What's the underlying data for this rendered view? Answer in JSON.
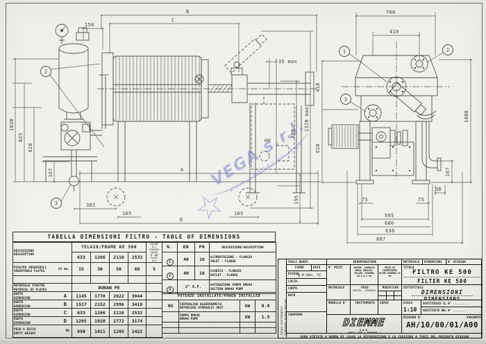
{
  "sheet": {
    "watermark": {
      "company": "VEGA s.r.l.",
      "website": "www.vegaecer.com",
      "color": "#7d86c8"
    }
  },
  "front_view": {
    "dim_b": "B",
    "dim_c": "C",
    "dim_150": "150",
    "dim_1030": "1030",
    "dim_825": "825",
    "dim_620": "620",
    "dim_167": "167",
    "dim_382": "382",
    "dim_105_left": "105",
    "dim_105_right": "105",
    "dim_a": "A",
    "dim_d": "D",
    "dim_195": "195",
    "dim_35_max": "35  max",
    "dim_890": "890",
    "dim_1520_max": "1520  max",
    "label_hu": "HU",
    "callout_2": "2",
    "callout_3": "3"
  },
  "side_view": {
    "dim_700": "700",
    "dim_410_top": "410",
    "dim_410_left": "410",
    "dim_620_left": "620",
    "dim_1080": "1080",
    "dim_167": "167",
    "dim_36": "36",
    "dim_75_left": "75",
    "dim_75_right": "75",
    "dim_595": "595",
    "dim_600": "600",
    "dim_630": "630",
    "dim_887": "887",
    "callout_1": "1",
    "callout_2a": "2",
    "callout_2b": "2"
  },
  "dim_table": {
    "title": "TABELLA DIMENSIONI FILTRO - TABLE OF DIMENSIONS",
    "desc_it": "DESCRIZIONE",
    "desc_en": "DESCRIPTION",
    "frame_header": "TELAIO/FRAME KE  500",
    "frame_sizes": [
      "633",
      "1266",
      "2110",
      "2532"
    ],
    "note_lines": [
      "VALORE",
      "N.1 PIASTRA",
      "VALUE",
      "IF ONE PLATE",
      "d=3"
    ],
    "plates_it": "PIASTRE INSERIBILI",
    "plates_en": "INSERTABLE PLATES",
    "plates_unit": "25 mm.",
    "plates_values": [
      "15",
      "30",
      "50",
      "60"
    ],
    "plates_extra": "5",
    "material_it": "MATERIALE PIASTRE",
    "material_en": "MATERIAL OF PLATES",
    "material_value": "DURAN  PE",
    "quota_it": "QUOTA",
    "quota_en": "DIMENSION",
    "rows": [
      {
        "key": "A",
        "values": [
          "1145",
          "1778",
          "2622",
          "3044"
        ]
      },
      {
        "key": "B",
        "values": [
          "1517",
          "2152",
          "2996",
          "3418"
        ]
      },
      {
        "key": "C",
        "values": [
          "633",
          "1266",
          "2110",
          "2532"
        ]
      },
      {
        "key": "D",
        "values": [
          "1295",
          "1928",
          "2772",
          "3174"
        ]
      }
    ],
    "weight_it": "PESO A SECCO",
    "weight_en": "EMPTY WEIGHT",
    "weight_unit": "KG",
    "weight_values": [
      "850",
      "1011",
      "1285",
      "1422"
    ]
  },
  "conn_table": {
    "h_n": "N.",
    "h_dn": "DN",
    "h_pn": "PN",
    "h_desc": "DESCRIZIONE/DESCRIPTION",
    "rows": [
      {
        "n": "1",
        "dn": "40",
        "pn": "16",
        "it": "ALIMENTAZIONE - FLANGIA",
        "en": "INLET - FLANGE"
      },
      {
        "n": "2",
        "dn": "40",
        "pn": "16",
        "it": "SCARICO - FLANGIA",
        "en": "OUTLET - FLANGE"
      },
      {
        "n": "3",
        "dn": "2\" G.F.",
        "pn": "",
        "it": "ASPIRAZIONE POMPA DM046",
        "en": "SUCTION DM046 PUMP"
      }
    ]
  },
  "power_table": {
    "title": "POTENZE INSTALLATE/POWER INSTALLED",
    "rows": [
      {
        "code": "HU",
        "it": "CENTRALINA OLEODINAMICA",
        "en": "MOTORIZED HYDRAULIC UNIT",
        "unit": "kW",
        "value": "0.9"
      },
      {
        "code": "",
        "it": "POMPA DM046",
        "en": "DM046 PUMP",
        "unit": "kW",
        "value": "1.5"
      }
    ]
  },
  "title_block": {
    "strip_line1": "TEXAS INSTRUMENTS",
    "strip_line2": "Computer Aided Design",
    "fogli": "FOGLI.QUANT.",
    "denominazione": "DENOMINAZIONE",
    "h_materiale": "MATERIALE",
    "h_dimensioni": "DIMENSIONI",
    "h_disegno": "N° DISEGNO",
    "firme": "FIRME",
    "date": "DATE",
    "disegn": "DISEGN.",
    "disegn_value": "g.R.Gen. 72",
    "lucid": "LUCID.",
    "contr": "CONTR.",
    "note": "NOTE",
    "conferma": "CONFERMA",
    "n_pezzi": "N° PEZZI",
    "tol1": "SUPERF. LAVORATA SENZA INDICAZ. TOLLER. AVVERRA ±0.1-0.1 mm",
    "tol2": "PEZZI DI CARPENTERIA OLTRE AVVERRA ±1 mm",
    "materiale": "MATERIALE",
    "peso": "PESO",
    "peso_sub": "GREZZO , LAVORATO",
    "modifiche": "MODIFICHE",
    "modello": "MODELLO N°",
    "trattamento": "TRATTAMENTO",
    "serie": "SERIE",
    "titolo_label": "TITOLO",
    "title_it": "FILTRO KE 500",
    "title_en": "FILTER KE 500",
    "sottotitolo_label": "SOTTOTITOLO",
    "subtitle_it": "DIMENSIONI",
    "subtitle_en": "DIMENSIONS",
    "scala_label": "SCALA",
    "scale": "1:10",
    "sostituisce": "SOSTITUISCE IL N° .........",
    "sostituito": "SOSTITUITO DAL N° ........",
    "disegno_label": "DISEGNO N°",
    "variante": "VARIANTE",
    "drawing_number": "AH/10/00/01/A00",
    "logo": "DIEMME",
    "logo_sub1": "S.p.A.",
    "logo_sub2": "48022 LUGO ( RAVENNA )",
    "footer": "SONO VIETATE A NORMA DI LEGGE LA RIPRODUZIONE E LA CESSIONE A TERZI DEL PRESENTE DISEGNO"
  }
}
